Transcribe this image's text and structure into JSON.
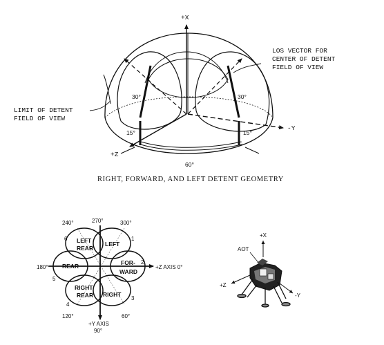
{
  "top": {
    "axis_x": "+X",
    "axis_minus_y": "-Y",
    "axis_plus_z": "+Z",
    "los_line1": "LOS VECTOR FOR",
    "los_line2": "CENTER OF DETENT",
    "los_line3": "FIELD OF VIEW",
    "limit_line1": "LIMIT OF DETENT",
    "limit_line2": "FIELD OF VIEW",
    "angle_left_30": "30°",
    "angle_right_30": "30°",
    "angle_left_15": "15°",
    "angle_right_15": "15°",
    "angle_60": "60°",
    "caption": "RIGHT, FORWARD, AND LEFT DETENT GEOMETRY"
  },
  "rosette": {
    "deg_240": "240°",
    "deg_270": "270°",
    "deg_300": "300°",
    "deg_180": "180°",
    "deg_120": "120°",
    "deg_60": "60°",
    "z_axis": "+Z AXIS 0°",
    "y_axis_line1": "+Y AXIS",
    "y_axis_line2": "90°",
    "num_1": "1",
    "num_2": "2",
    "num_3": "3",
    "num_4": "4",
    "num_5": "5",
    "num_6": "6",
    "lobe_left_rear_1": "LEFT",
    "lobe_left_rear_2": "REAR",
    "lobe_left": "LEFT",
    "lobe_rear": "REAR",
    "lobe_forward_1": "FOR-",
    "lobe_forward_2": "WARD",
    "lobe_right_rear_1": "RIGHT",
    "lobe_right_rear_2": "REAR",
    "lobe_right": "RIGHT"
  },
  "lm": {
    "axis_x": "+X",
    "aot": "AOT",
    "axis_z": "+Z",
    "axis_minus_y": "-Y"
  }
}
